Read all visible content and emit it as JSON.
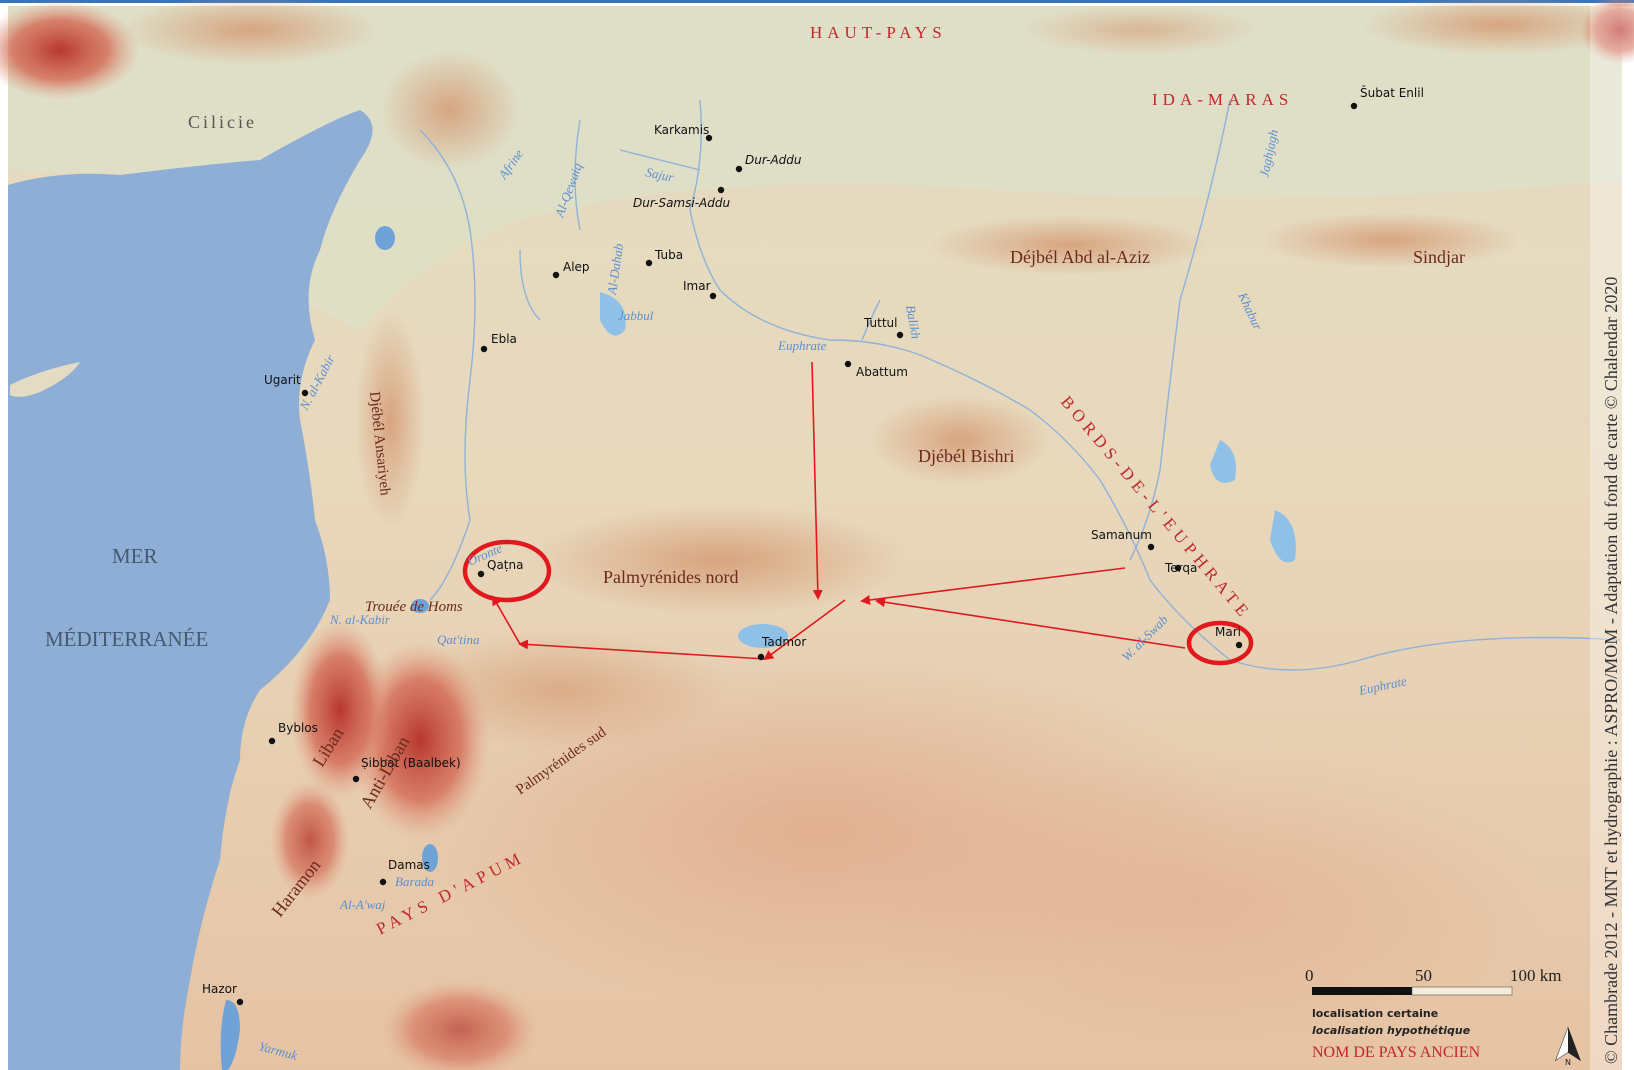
{
  "credit": "© Chambrade 2012 - MNT et hydrographie : ASPRO/MOM - Adaptation du fond de carte © Chalendar 2020",
  "sea": {
    "line1": "MER",
    "line2": "MÉDITERRANÉE"
  },
  "coast_region": "Cilicie",
  "countries": [
    "HAUT-PAYS",
    "IDA-MARAS",
    "BORDS-DE-L'EUPHRATE",
    "PAYS D'APUM"
  ],
  "regions": {
    "abd_al_aziz": "Déjbél Abd al-Aziz",
    "sindjar": "Sindjar",
    "bishri": "Djébél Bishri",
    "palmyr_nord": "Palmyrénides nord",
    "palmyr_sud": "Palmyrénides sud",
    "ansariyeh": "Djébél Ansariyeh",
    "liban": "Liban",
    "antiliban": "Anti-Liban",
    "haramon": "Haramon",
    "trouee": "Trouée de Homs"
  },
  "cities": [
    {
      "name": "Karkamis",
      "style": "certain"
    },
    {
      "name": "Dur-Addu",
      "style": "hypothetical"
    },
    {
      "name": "Dur-Samsi-Addu",
      "style": "hypothetical"
    },
    {
      "name": "Tuba",
      "style": "certain"
    },
    {
      "name": "Alep",
      "style": "certain"
    },
    {
      "name": "Imar",
      "style": "certain"
    },
    {
      "name": "Ebla",
      "style": "certain"
    },
    {
      "name": "Ugarit",
      "style": "certain"
    },
    {
      "name": "Tuttul",
      "style": "certain"
    },
    {
      "name": "Abattum",
      "style": "certain"
    },
    {
      "name": "Šubat Enlil",
      "style": "certain"
    },
    {
      "name": "Samanum",
      "style": "certain"
    },
    {
      "name": "Terqa",
      "style": "certain"
    },
    {
      "name": "Mari",
      "style": "certain"
    },
    {
      "name": "Qaṭna",
      "style": "certain"
    },
    {
      "name": "Tadmor",
      "style": "certain"
    },
    {
      "name": "Byblos",
      "style": "certain"
    },
    {
      "name": "Ṣibbat (Baalbek)",
      "style": "certain"
    },
    {
      "name": "Damas",
      "style": "certain"
    },
    {
      "name": "Hazor",
      "style": "certain"
    }
  ],
  "rivers": {
    "euphrate_1": "Euphrate",
    "euphrate_2": "Euphrate",
    "balikh": "Balikh",
    "khabur": "Khabur",
    "jaghjagh": "Jaghjagh",
    "sajur": "Sajur",
    "afrine": "Afrine",
    "quwaiq": "Al-Qewaiq",
    "dahab": "Al-Dahab",
    "jabbul": "Jabbul",
    "oronte": "Oronte",
    "kabir1": "N. al-Kabir",
    "kabir2": "N. al-Kabir",
    "qattina": "Qat'tina",
    "swab": "W. al-Swab",
    "barada": "Barada",
    "awaj": "Al-A'waj",
    "yarmuk": "Yarmuk"
  },
  "legend": {
    "scale_0": "0",
    "scale_50": "50",
    "scale_100": "100 km",
    "certain": "localisation certaine",
    "hypothetical": "localisation hypothétique",
    "country": "NOM DE PAYS ANCIEN",
    "north": "N"
  },
  "colors": {
    "sea": "#8eaed6",
    "land": "#e6d1b4",
    "arrow": "#e0191e",
    "country_label": "#c0282a"
  },
  "highlighted_cities": [
    "Qaṭna",
    "Mari"
  ],
  "route_arrows": [
    {
      "from": "Abattum",
      "to": "Palmyrénides nord junction"
    },
    {
      "from": "Terqa",
      "to": "Palmyrénides nord junction"
    },
    {
      "from": "Mari",
      "to": "Palmyrénides nord junction"
    },
    {
      "from": "Palmyrénides nord junction",
      "to": "Tadmor"
    },
    {
      "from": "Tadmor",
      "to": "Qaṭna"
    }
  ]
}
